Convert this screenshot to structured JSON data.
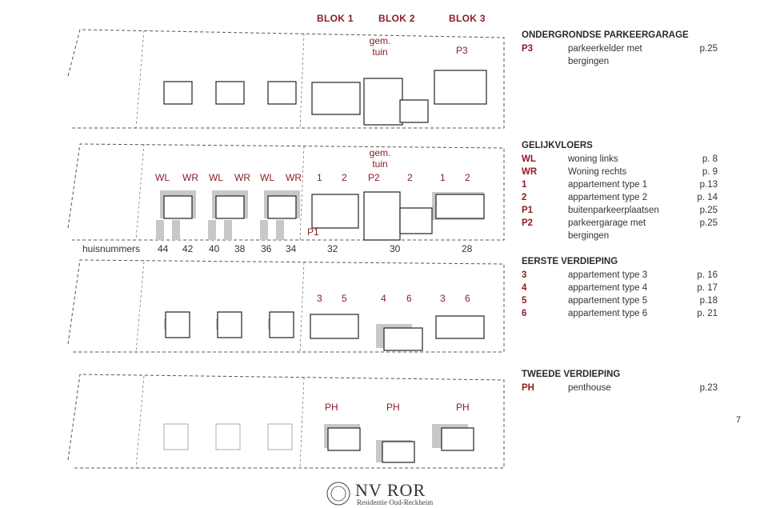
{
  "blocks": [
    "BLOK 1",
    "BLOK 2",
    "BLOK 3"
  ],
  "basement": {
    "garden": "gem.\ntuin",
    "garden_l1": "gem.",
    "garden_l2": "tuin",
    "p3": "P3"
  },
  "ground": {
    "garden_l1": "gem.",
    "garden_l2": "tuin",
    "types": [
      "WL",
      "WR",
      "WL",
      "WR",
      "WL",
      "WR",
      "1",
      "2",
      "P2",
      "2",
      "1",
      "2"
    ],
    "p1": "P1"
  },
  "house_numbers": {
    "label": "huisnummers",
    "values": [
      "44",
      "42",
      "40",
      "38",
      "36",
      "34",
      "32",
      "30",
      "28"
    ]
  },
  "first_floor_types": [
    "3",
    "5",
    "4",
    "6",
    "3",
    "6"
  ],
  "second_floor_types": [
    "PH",
    "PH",
    "PH"
  ],
  "legend": {
    "underground": {
      "title": "ONDERGRONDSE PARKEERGARAGE",
      "rows": [
        {
          "code": "P3",
          "desc": "parkeerkelder met bergingen",
          "page": "p.25"
        }
      ]
    },
    "ground": {
      "title": "GELIJKVLOERS",
      "rows": [
        {
          "code": "WL",
          "desc": "woning links",
          "page": "p. 8"
        },
        {
          "code": "WR",
          "desc": "Woning rechts",
          "page": "p. 9"
        },
        {
          "code": "1",
          "desc": "appartement type 1",
          "page": "p.13"
        },
        {
          "code": "2",
          "desc": "appartement type 2",
          "page": "p. 14"
        },
        {
          "code": "P1",
          "desc": "buitenparkeerplaatsen",
          "page": "p.25"
        },
        {
          "code": "P2",
          "desc": "parkeergarage met bergingen",
          "page": "p.25"
        }
      ]
    },
    "first": {
      "title": "EERSTE VERDIEPING",
      "rows": [
        {
          "code": "3",
          "desc": "appartement type 3",
          "page": "p. 16"
        },
        {
          "code": "4",
          "desc": "appartement type 4",
          "page": "p. 17"
        },
        {
          "code": "5",
          "desc": "appartement type 5",
          "page": "p.18"
        },
        {
          "code": "6",
          "desc": "appartement type 6",
          "page": "p. 21"
        }
      ]
    },
    "second": {
      "title": "TWEEDE VERDIEPING",
      "rows": [
        {
          "code": "PH",
          "desc": "penthouse",
          "page": "p.23"
        }
      ]
    }
  },
  "page_number": "7",
  "logo": {
    "name": "NV ROR",
    "subtitle": "Residentie Oud-Reckheim"
  },
  "colors": {
    "accent": "#8c1d25",
    "plan_line": "#333333",
    "shade": "#c8c8c8"
  }
}
